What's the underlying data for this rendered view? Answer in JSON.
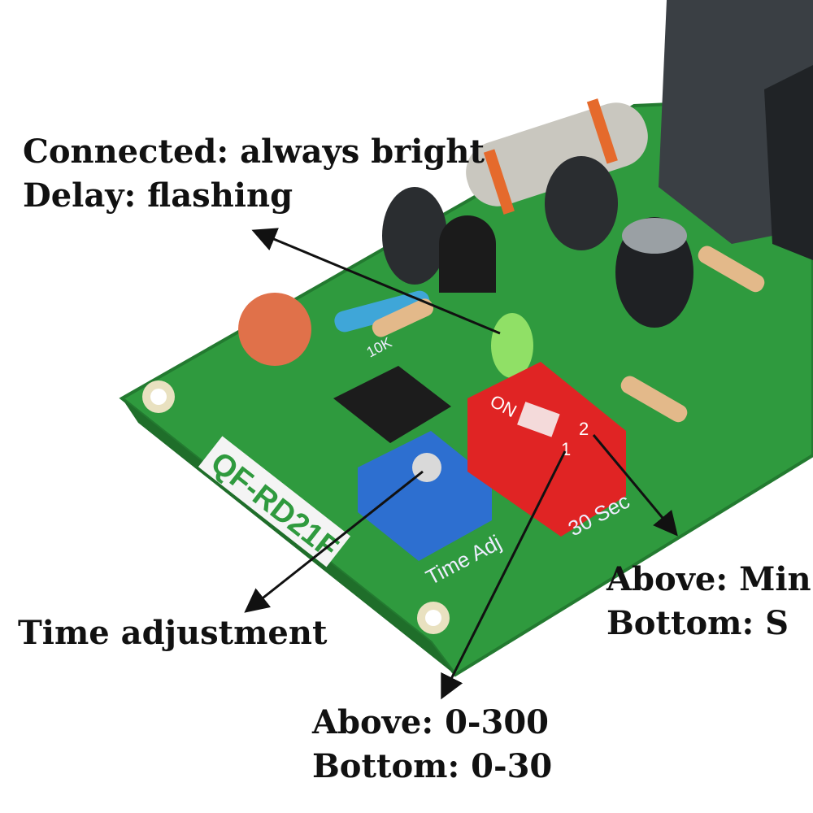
{
  "annotations": {
    "led": {
      "line1": "Connected: always bright",
      "line2": "Delay: flashing"
    },
    "potentiometer": {
      "line1": "Time adjustment"
    },
    "dip_switch_2": {
      "line1": "Above: Min",
      "line2": "Bottom: S"
    },
    "dip_switch_1": {
      "line1": "Above: 0-300",
      "line2": "Bottom: 0-30"
    }
  },
  "board_silkscreen": {
    "model": "QF-RD21F",
    "time_adj": "Time Adj",
    "seconds": "30 Sec",
    "switch_on": "ON",
    "switch_1": "1",
    "switch_2": "2",
    "resistor_10k": "10K"
  },
  "colors": {
    "pcb": "#2f9a3e",
    "dip_switch": "#e02424",
    "potentiometer": "#2d6fd0",
    "relay": "#3a3f44",
    "led": "#9be86a"
  }
}
